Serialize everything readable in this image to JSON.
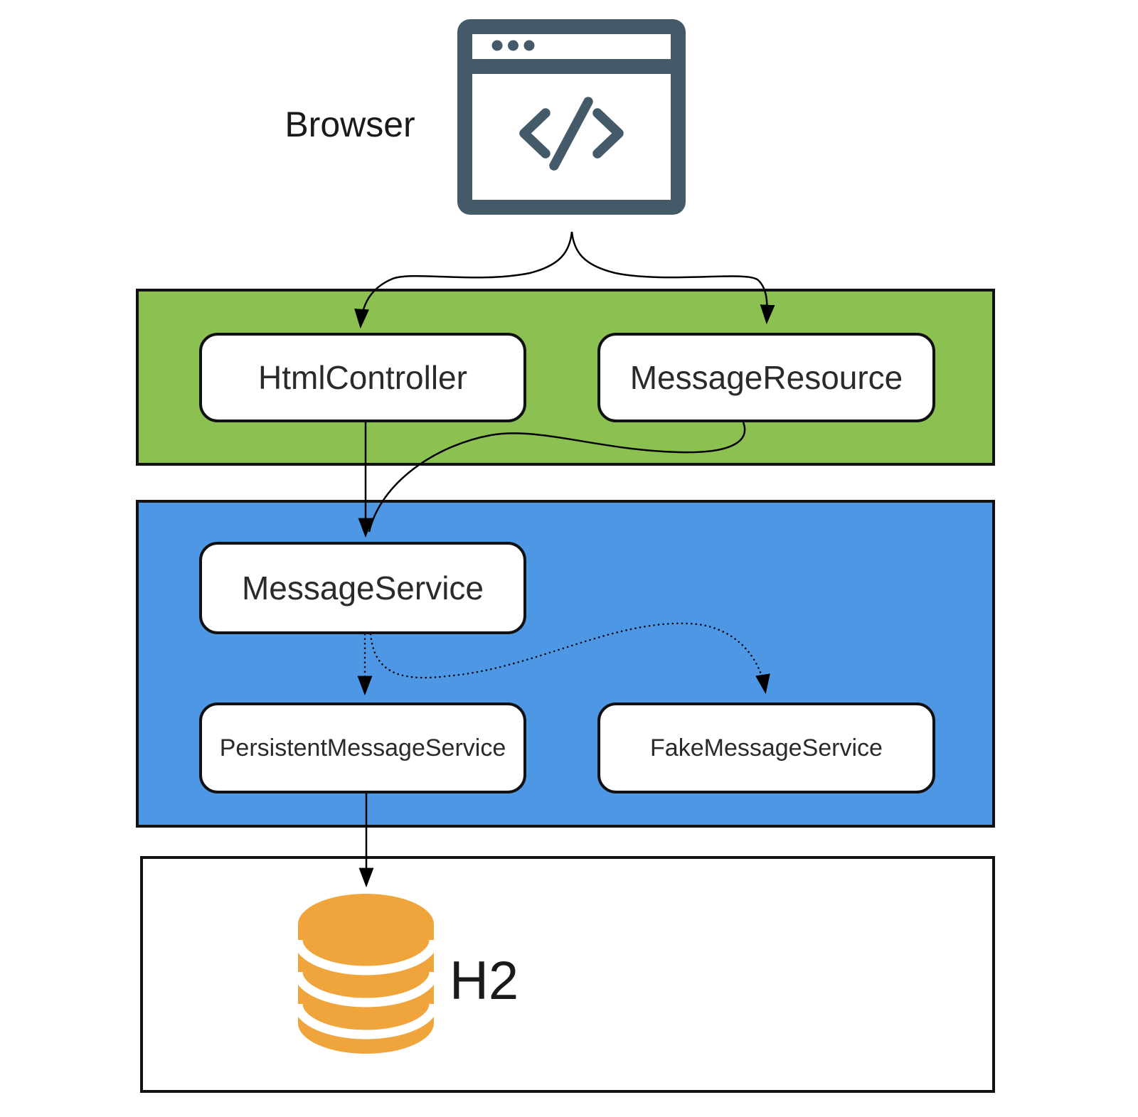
{
  "labels": {
    "browser": "Browser",
    "html_controller": "HtmlController",
    "message_resource": "MessageResource",
    "message_service": "MessageService",
    "persistent_message_service": "PersistentMessageService",
    "fake_message_service": "FakeMessageService",
    "database": "H2"
  },
  "colors": {
    "web_layer": "#8CC152",
    "service_layer": "#4D97E4",
    "database_layer": "#FFFFFF",
    "layer_border": "#111111",
    "browser_icon": "#455A69",
    "database_icon": "#F0A53C",
    "edge": "#000000"
  },
  "edges": [
    {
      "from": "browser",
      "to": "html_controller",
      "style": "solid"
    },
    {
      "from": "browser",
      "to": "message_resource",
      "style": "solid"
    },
    {
      "from": "html_controller",
      "to": "message_service",
      "style": "solid"
    },
    {
      "from": "message_resource",
      "to": "message_service",
      "style": "solid"
    },
    {
      "from": "message_service",
      "to": "persistent_message_service",
      "style": "dotted"
    },
    {
      "from": "message_service",
      "to": "fake_message_service",
      "style": "dotted"
    },
    {
      "from": "persistent_message_service",
      "to": "database",
      "style": "solid"
    }
  ]
}
